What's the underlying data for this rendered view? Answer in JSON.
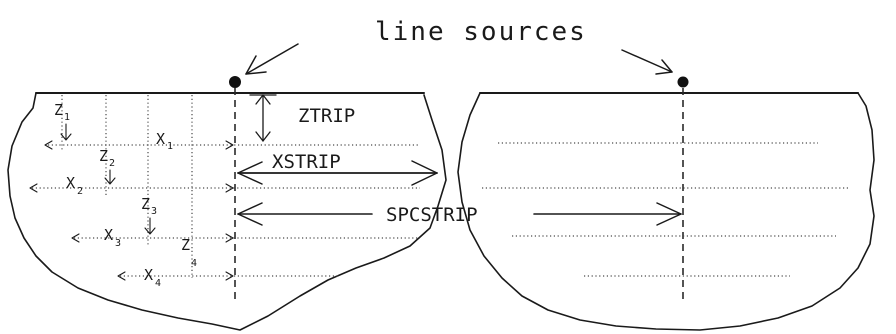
{
  "title": "line sources",
  "labels": {
    "ztrip": "ZTRIP",
    "xstrip": "XSTRIP",
    "spcstrip": "SPCSTRIP"
  },
  "strips": [
    {
      "z": "Z",
      "z_sub": "1",
      "x": "X",
      "x_sub": "1"
    },
    {
      "z": "Z",
      "z_sub": "2",
      "x": "X",
      "x_sub": "2"
    },
    {
      "z": "Z",
      "z_sub": "3",
      "x": "X",
      "x_sub": "3"
    },
    {
      "z": "Z",
      "z_sub": "4",
      "x": "X",
      "x_sub": "4"
    }
  ]
}
